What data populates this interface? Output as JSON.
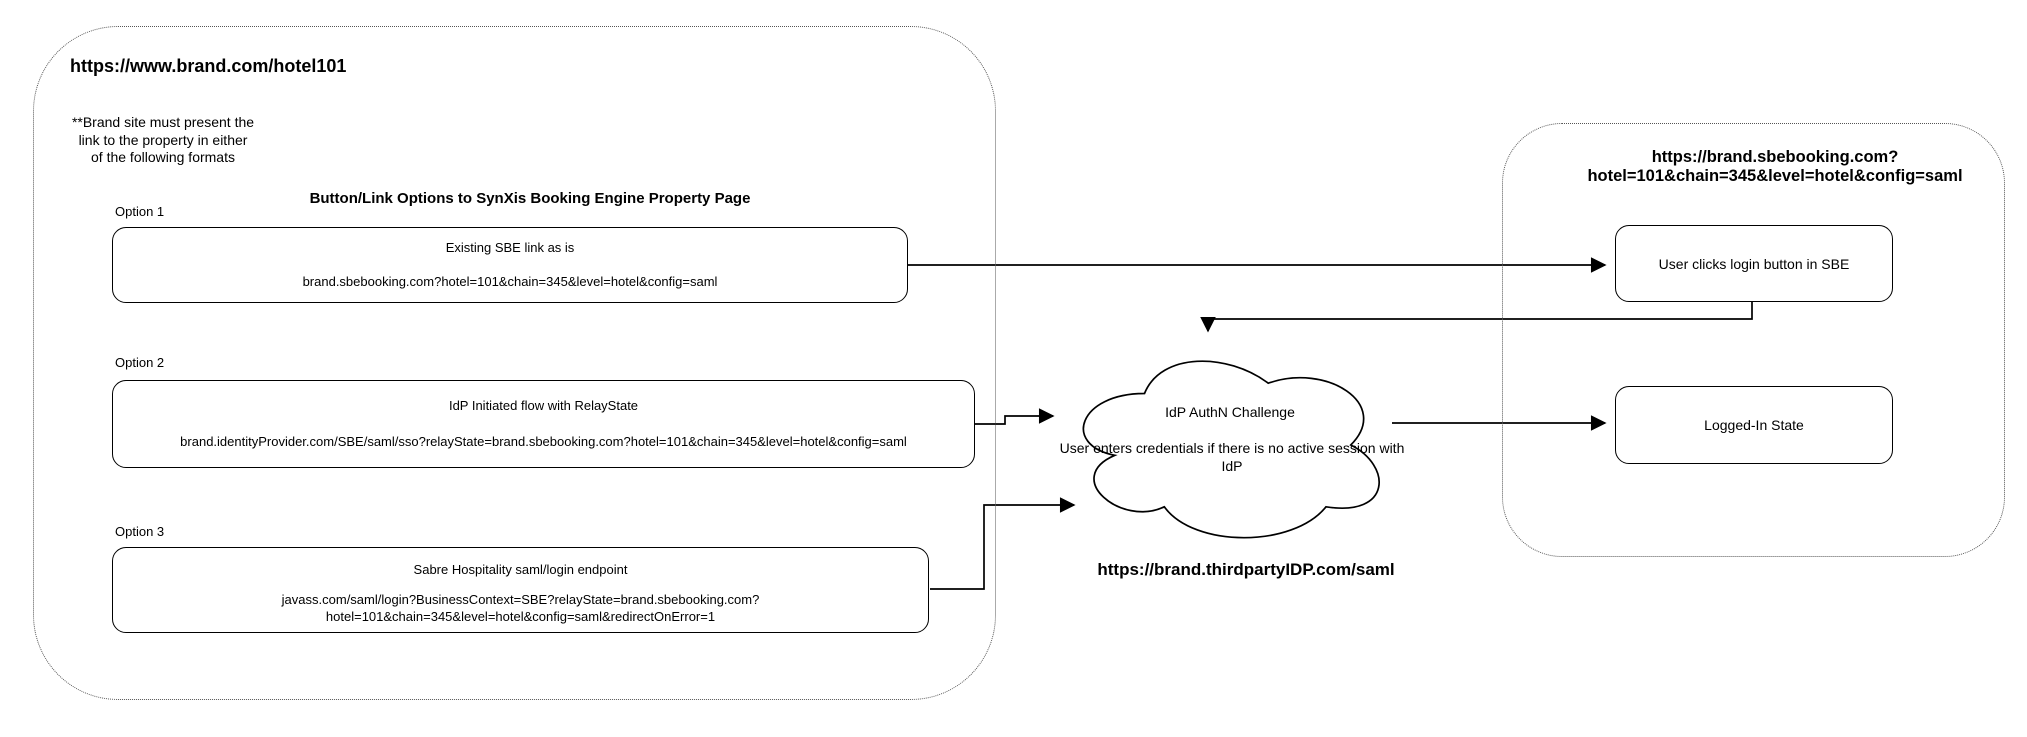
{
  "colors": {
    "stroke": "#000000",
    "background": "#ffffff",
    "frame_border": "#555555"
  },
  "diagram": {
    "brand_site": {
      "url_title": "https://www.brand.com/hotel101",
      "note_lines": [
        "**Brand site must present the",
        "link to the property in either",
        "of the following formats"
      ],
      "heading": "Button/Link Options to SynXis Booking Engine Property Page",
      "options": [
        {
          "label": "Option 1",
          "title": "Existing SBE link as is",
          "url": "brand.sbebooking.com?hotel=101&chain=345&level=hotel&config=saml"
        },
        {
          "label": "Option 2",
          "title": "IdP Initiated flow with RelayState",
          "url": "brand.identityProvider.com/SBE/saml/sso?relayState=brand.sbebooking.com?hotel=101&chain=345&level=hotel&config=saml"
        },
        {
          "label": "Option 3",
          "title": "Sabre Hospitality saml/login endpoint",
          "url": "javass.com/saml/login?BusinessContext=SBE?relayState=brand.sbebooking.com?",
          "url2": "hotel=101&chain=345&level=hotel&config=saml&redirectOnError=1"
        }
      ]
    },
    "idp_cloud": {
      "title": "IdP AuthN Challenge",
      "subtitle_line1": "User enters credentials if there is no active session with",
      "subtitle_line2": "IdP",
      "url": "https://brand.thirdpartyIDP.com/saml"
    },
    "sbe_site": {
      "url_title_line1": "https://brand.sbebooking.com?",
      "url_title_line2": "hotel=101&chain=345&level=hotel&config=saml",
      "login_box_label": "User clicks login button in SBE",
      "logged_in_box_label": "Logged-In State"
    }
  }
}
